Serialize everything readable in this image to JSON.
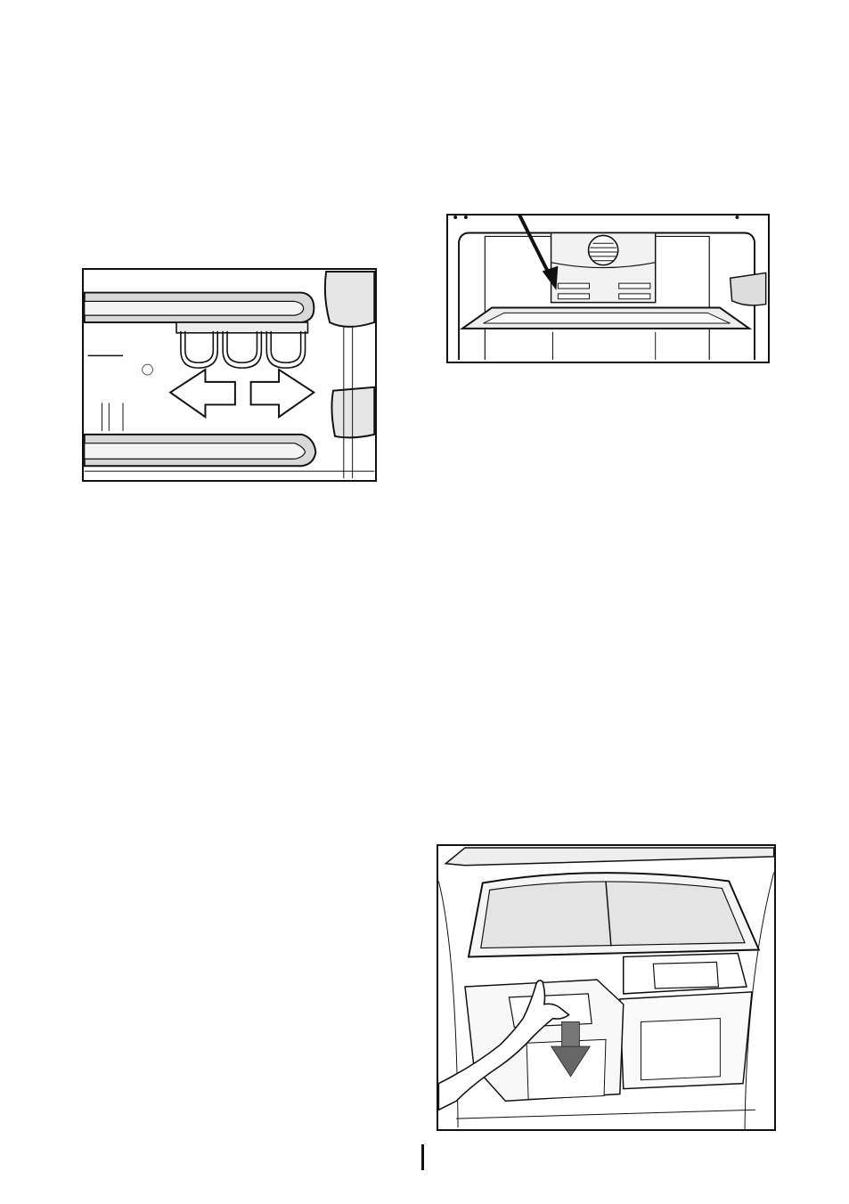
{
  "page": {
    "figures": [
      {
        "id": "egg-tray-figure",
        "icons": [
          "egg-holder-icon",
          "arrow-left-icon",
          "arrow-right-icon"
        ]
      },
      {
        "id": "ceiling-panel-figure",
        "icons": [
          "fan-grille-icon",
          "pointer-arrow-icon"
        ]
      },
      {
        "id": "crisper-drawer-figure",
        "icons": [
          "hand-icon",
          "pull-down-arrow-icon"
        ]
      }
    ],
    "marker": "page-edge-marker"
  }
}
